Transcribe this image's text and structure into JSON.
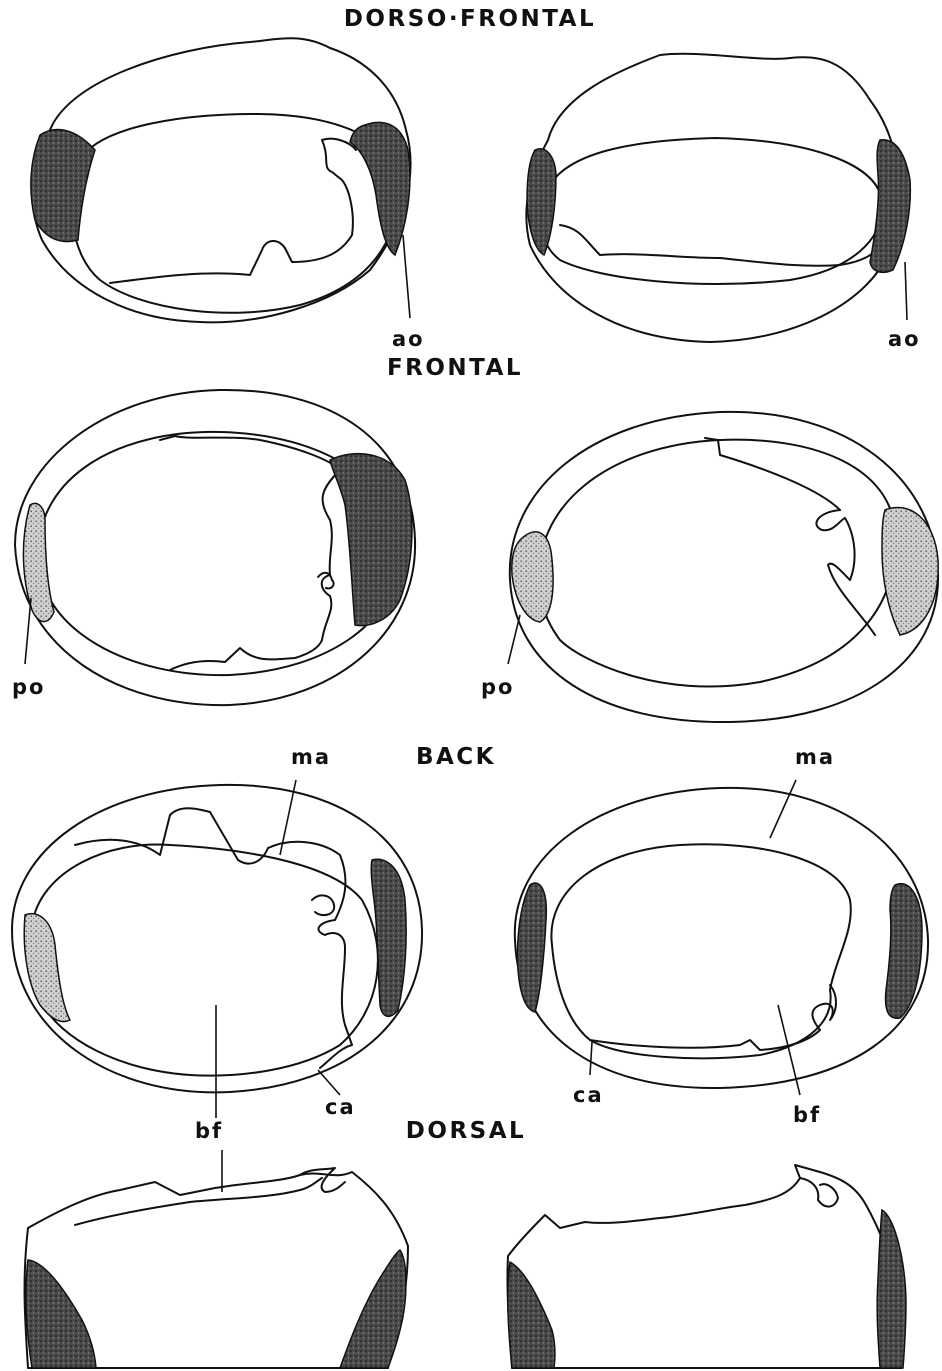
{
  "headings": {
    "dorso_frontal": "DORSO·FRONTAL",
    "frontal": "FRONTAL",
    "back": "BACK",
    "dorsal": "DORSAL"
  },
  "labels": {
    "ao_left": "ao",
    "ao_right": "ao",
    "po_left": "po",
    "po_right": "po",
    "ma_left": "ma",
    "ma_right": "ma",
    "ca_left": "ca",
    "ca_right": "ca",
    "bf_left": "bf",
    "bf_right": "bf"
  }
}
